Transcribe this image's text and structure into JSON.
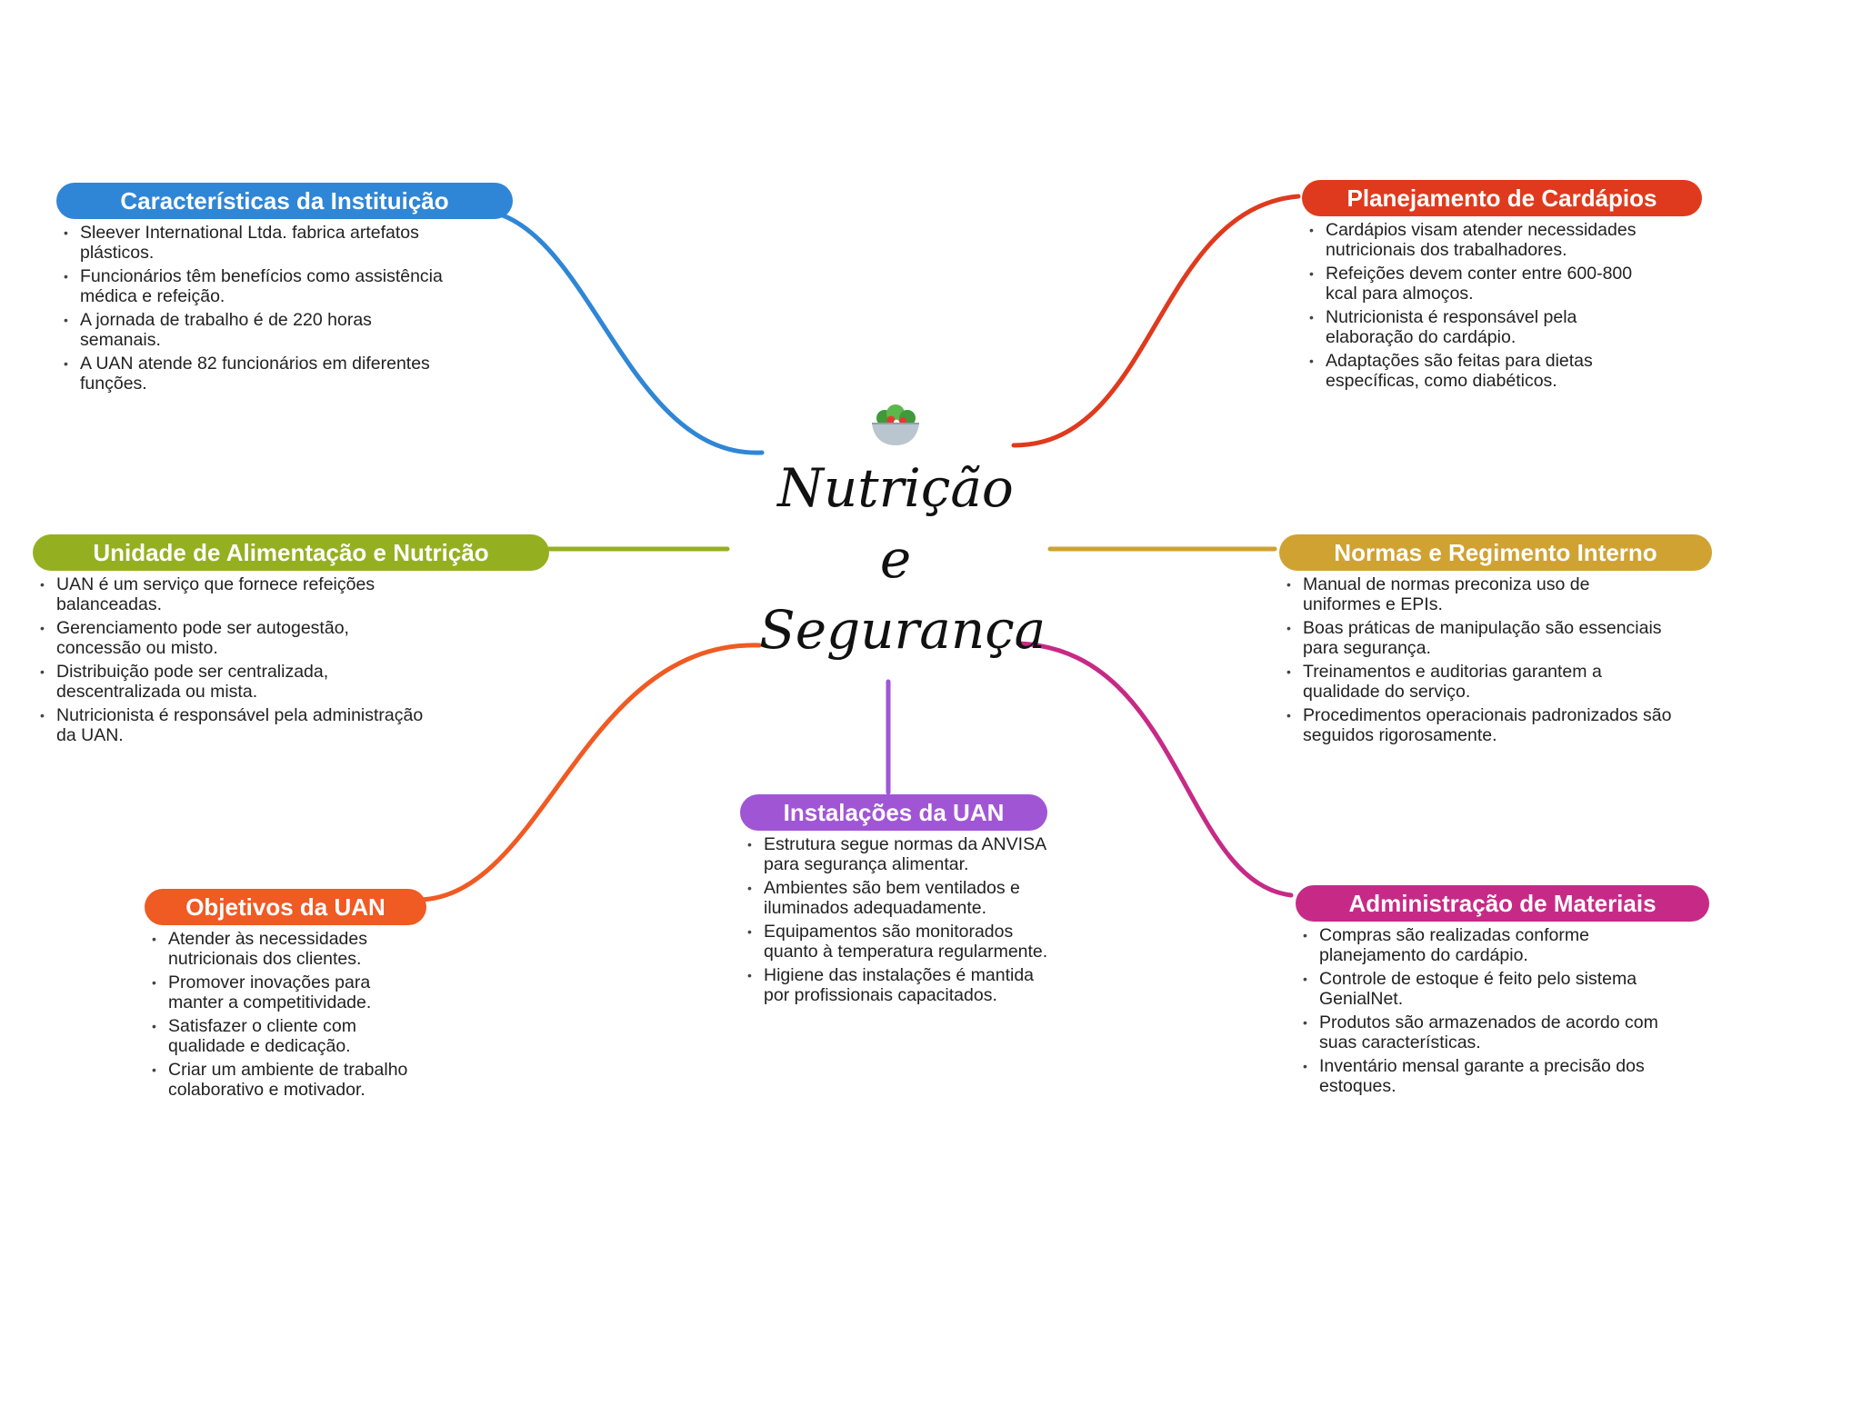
{
  "center": {
    "icon": "salad-bowl-icon",
    "title_lines": [
      "Nutrição",
      "e",
      "Segurança"
    ]
  },
  "branches": [
    {
      "id": "caracteristicas",
      "title": "Características da Instituição",
      "color": "#2f86d6",
      "items": [
        "Sleever International Ltda. fabrica artefatos plásticos.",
        "Funcionários têm benefícios como assistência médica e refeição.",
        "A jornada de trabalho é de 220 horas semanais.",
        "A UAN atende 82 funcionários em diferentes funções."
      ]
    },
    {
      "id": "unidade",
      "title": "Unidade de Alimentação e Nutrição",
      "color": "#94b021",
      "items": [
        "UAN é um serviço que fornece refeições balanceadas.",
        "Gerenciamento pode ser autogestão, concessão ou misto.",
        "Distribuição pode ser centralizada, descentralizada ou mista.",
        "Nutricionista é responsável pela administração da UAN."
      ]
    },
    {
      "id": "objetivos",
      "title": "Objetivos da UAN",
      "color": "#f05a23",
      "items": [
        "Atender às necessidades nutricionais dos clientes.",
        "Promover inovações para manter a competitividade.",
        "Satisfazer o cliente com qualidade e dedicação.",
        "Criar um ambiente de trabalho colaborativo e motivador."
      ]
    },
    {
      "id": "instalacoes",
      "title": "Instalações da UAN",
      "color": "#a056d4",
      "items": [
        "Estrutura segue normas da ANVISA para segurança alimentar.",
        "Ambientes são bem ventilados e iluminados adequadamente.",
        "Equipamentos são monitorados quanto à temperatura regularmente.",
        "Higiene das instalações é mantida por profissionais capacitados."
      ]
    },
    {
      "id": "planejamento",
      "title": "Planejamento de Cardápios",
      "color": "#e03a1e",
      "items": [
        "Cardápios visam atender necessidades nutricionais dos trabalhadores.",
        "Refeições devem conter entre 600-800 kcal para almoços.",
        "Nutricionista é responsável pela elaboração do cardápio.",
        "Adaptações são feitas para dietas específicas, como diabéticos."
      ]
    },
    {
      "id": "normas",
      "title": "Normas e Regimento Interno",
      "color": "#cfa232",
      "items": [
        "Manual de normas preconiza uso de uniformes e EPIs.",
        "Boas práticas de manipulação são essenciais para segurança.",
        "Treinamentos e auditorias garantem a qualidade do serviço.",
        "Procedimentos operacionais padronizados são seguidos rigorosamente."
      ]
    },
    {
      "id": "administracao",
      "title": "Administração de Materiais",
      "color": "#c72a86",
      "items": [
        "Compras são realizadas conforme planejamento do cardápio.",
        "Controle de estoque é feito pelo sistema GenialNet.",
        "Produtos são armazenados de acordo com suas características.",
        "Inventário mensal garante a precisão dos estoques."
      ]
    }
  ]
}
